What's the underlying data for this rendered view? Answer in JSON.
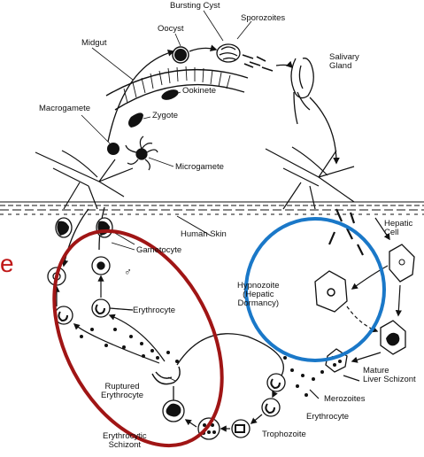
{
  "labels": {
    "bursting_cyst": "Bursting Cyst",
    "sporozoites": "Sporozoites",
    "oocyst": "Oocyst",
    "salivary_gland": "Salivary\nGland",
    "midgut": "Midgut",
    "ookinete": "Ookinete",
    "macrogamete": "Macrogamete",
    "zygote": "Zygote",
    "microgamete": "Microgamete",
    "human_skin": "Human Skin",
    "gametocyte": "Gametocyte",
    "hepatic_cell": "Hepatic\nCell",
    "hypnozoite": "Hypnozoite\n(Hepatic\nDormancy)",
    "erythrocyte_left": "Erythrocyte",
    "ruptured_erythrocyte": "Ruptured\nErythrocyte",
    "mature_liver_schizont": "Mature\nLiver Schizont",
    "merozoites": "Merozoites",
    "erythrocyte_right": "Erythrocyte",
    "trophozoite": "Trophozoite",
    "erythrocytic_schizont": "Erythrocytic\nSchizont",
    "male_symbol": "♂",
    "overlay_letter": "e"
  },
  "colors": {
    "ink": "#111111",
    "highlight_red": "#a01515",
    "highlight_blue": "#1a78c8",
    "overlay_text": "#c01818"
  }
}
